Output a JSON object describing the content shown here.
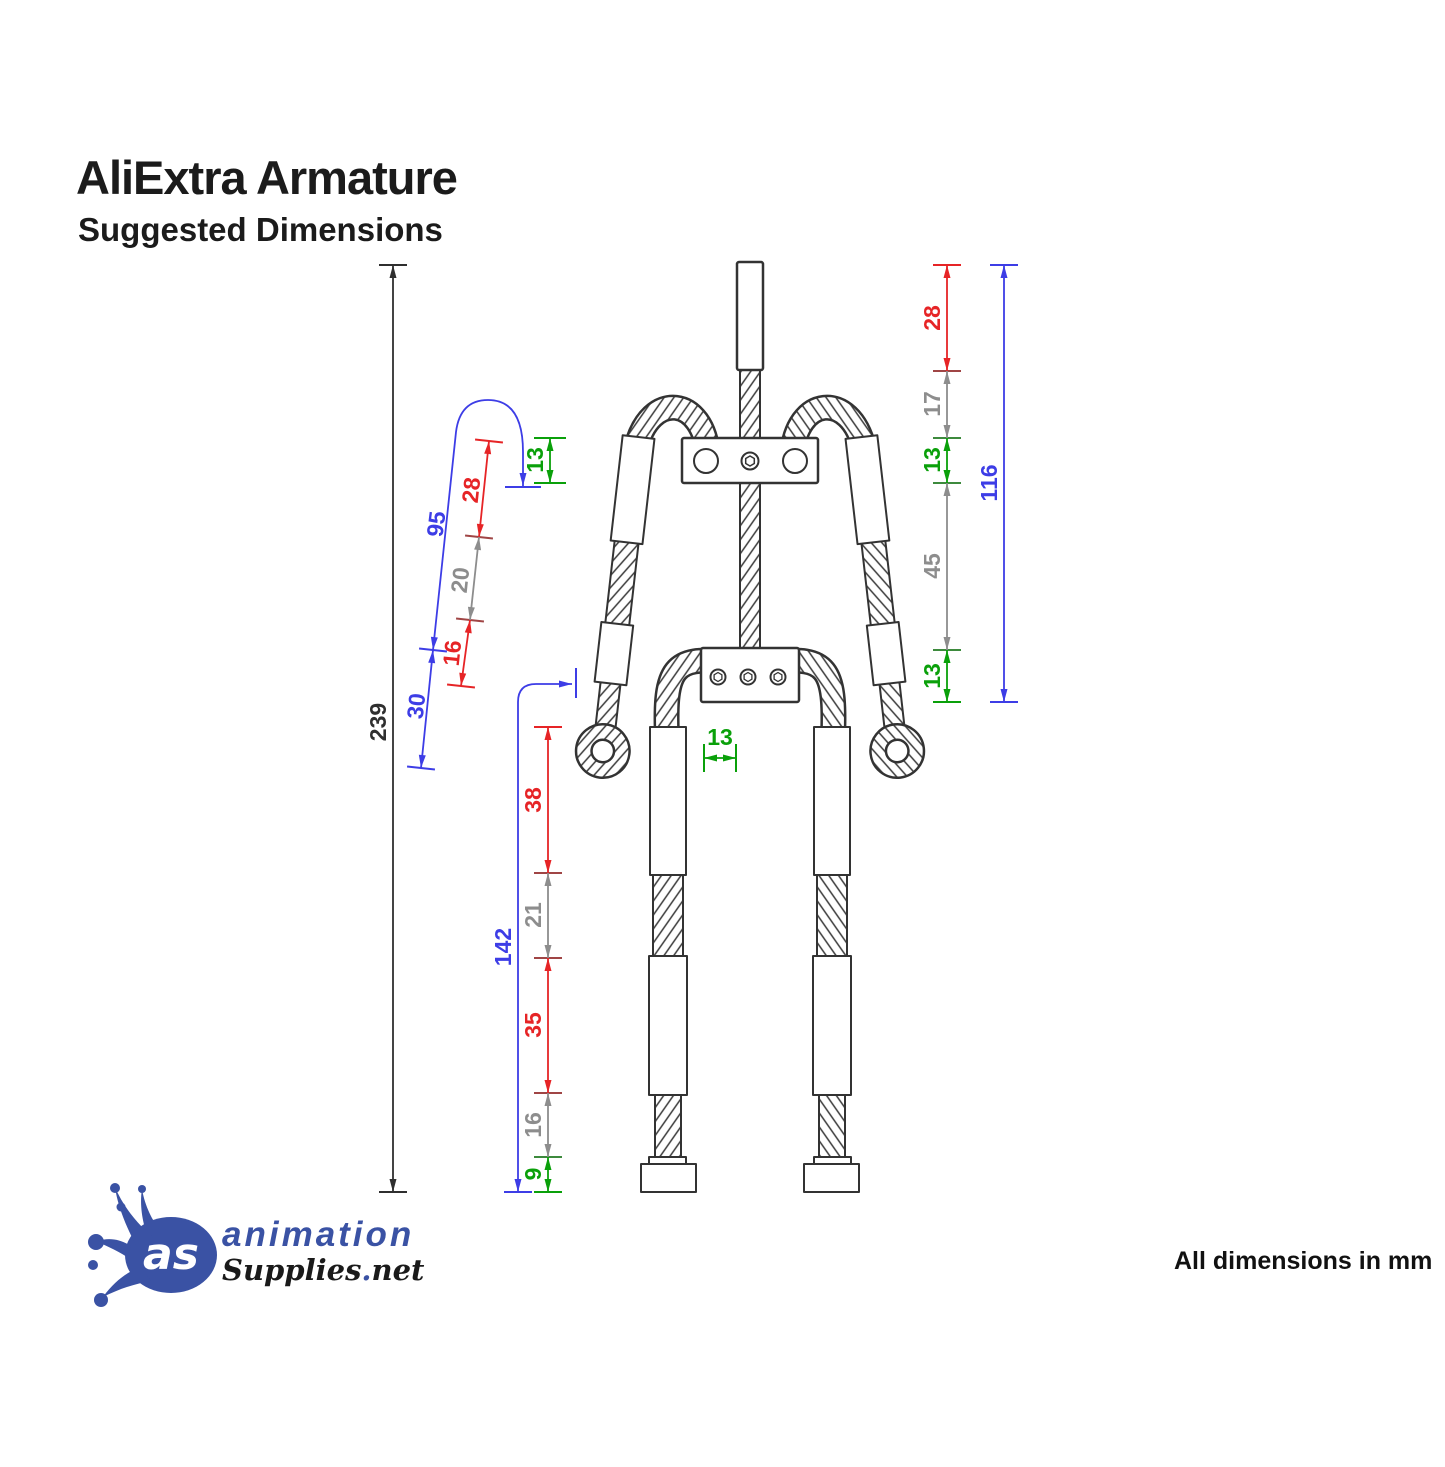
{
  "title": "AliExtra Armature",
  "subtitle": "Suggested Dimensions",
  "footnote": "All dimensions in mm",
  "logo": {
    "mark": "as",
    "brand": "animation",
    "brand2_prefix": "Supplies",
    "brand2_dot": ".",
    "brand2_suffix": "net"
  },
  "colors": {
    "dim_red": "#e62426",
    "dim_green": "#0aa00a",
    "dim_blue": "#3d3de6",
    "dim_gray": "#8d8d8d",
    "dim_black": "#2f2f2f",
    "figure_outline": "#333333",
    "logo_blue": "#3a52a4"
  },
  "dims": {
    "overall_height": "239",
    "arm": {
      "wire_total": "95",
      "hand_wire": "30",
      "upper_arm": "28",
      "elbow": "20",
      "forearm": "16",
      "chest_plate_height": "13"
    },
    "torso": {
      "head": "28",
      "neck": "17",
      "chest_plate": "13",
      "spine": "45",
      "hip_plate": "13",
      "torso_total": "116"
    },
    "leg": {
      "leg_total": "142",
      "thigh": "38",
      "knee": "21",
      "shin": "35",
      "ankle": "16",
      "foot": "9"
    },
    "hip_width": "13"
  }
}
